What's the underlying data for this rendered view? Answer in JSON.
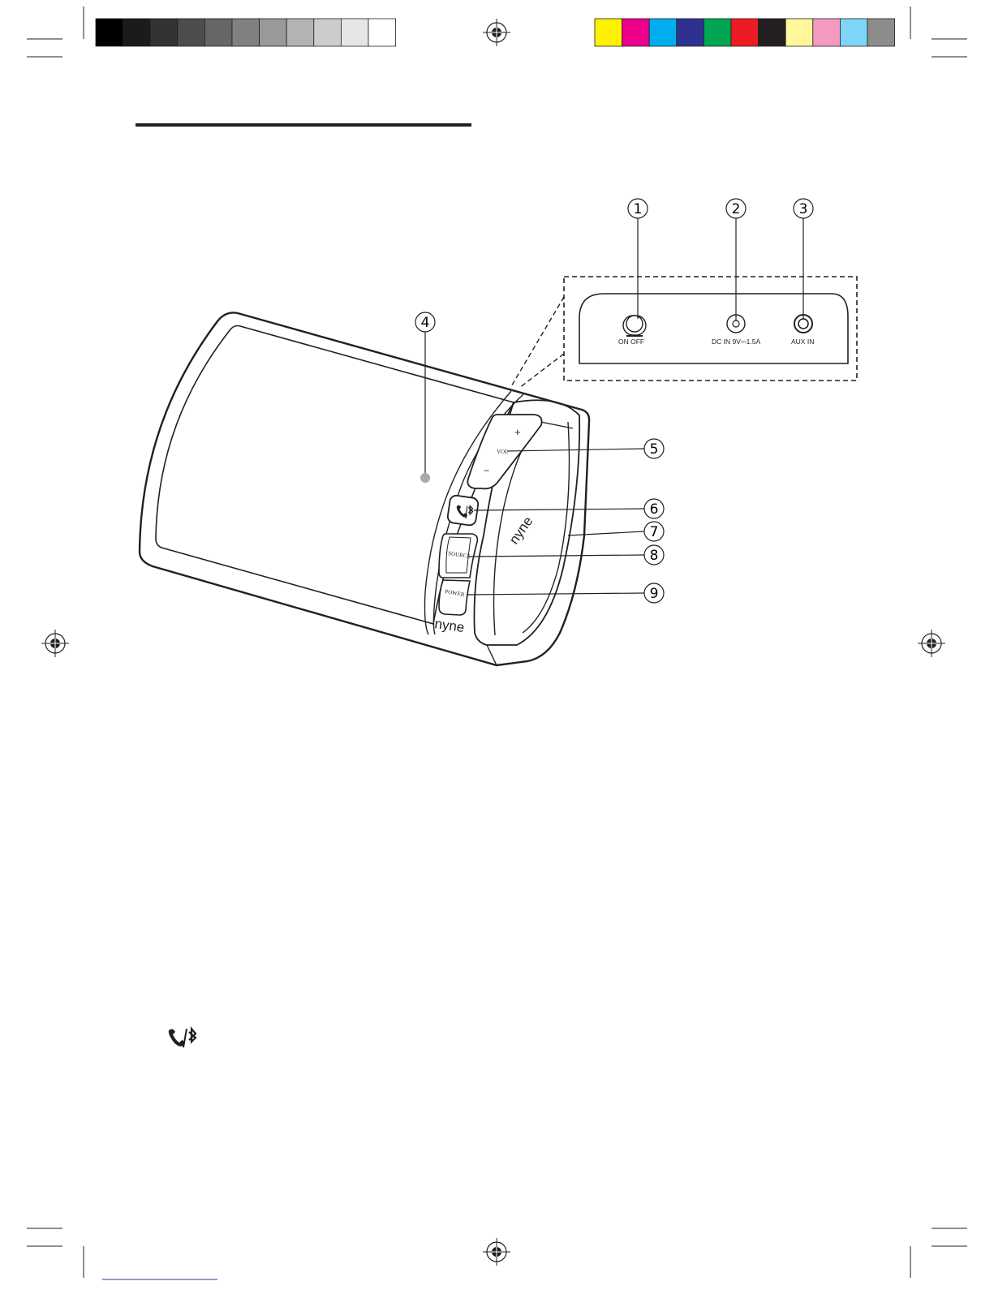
{
  "print_marks": {
    "grayscale_swatches": [
      "#000000",
      "#1b1b1b",
      "#333333",
      "#4d4d4d",
      "#666666",
      "#808080",
      "#999999",
      "#b3b3b3",
      "#cccccc",
      "#e6e6e6",
      "#ffffff"
    ],
    "color_swatches": [
      "#fff200",
      "#ec008c",
      "#00aeef",
      "#2e3192",
      "#00a651",
      "#ed1c24",
      "#231f20",
      "#fff799",
      "#f49ac1",
      "#7dd6f7",
      "#8c8c8c"
    ]
  },
  "diagram": {
    "callouts": [
      {
        "n": "1"
      },
      {
        "n": "2"
      },
      {
        "n": "3"
      },
      {
        "n": "4"
      },
      {
        "n": "5"
      },
      {
        "n": "6"
      },
      {
        "n": "7"
      },
      {
        "n": "8"
      },
      {
        "n": "9"
      }
    ],
    "back_panel": {
      "switch_label": "ON   OFF",
      "dc_label": "DC IN 9V⎓1.5A",
      "aux_label": "AUX IN"
    },
    "device": {
      "vol_plus": "+",
      "vol_label": "VOL",
      "vol_minus": "−",
      "source_label": "SOURCE",
      "power_label": "POWER",
      "brand_front": "nyne",
      "brand_side": "nyne"
    }
  },
  "icons": {
    "call_bluetooth": "phone-bluetooth-icon"
  }
}
